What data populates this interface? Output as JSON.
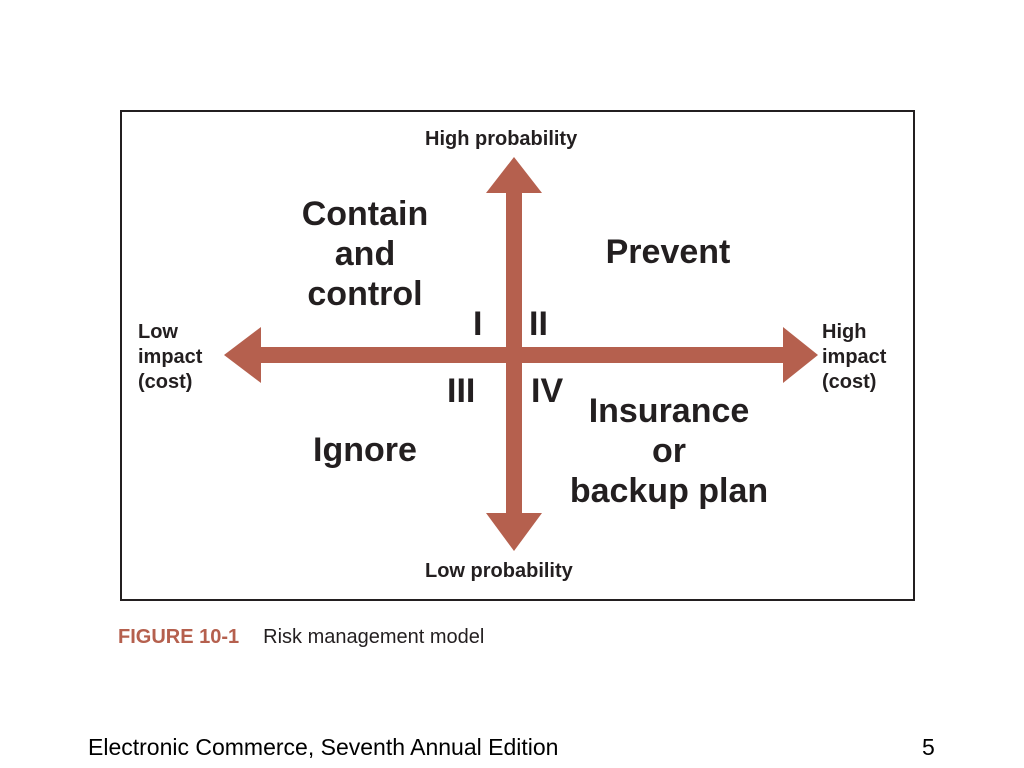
{
  "figure": {
    "axis_top": "High probability",
    "axis_bottom": "Low probability",
    "axis_left": [
      "Low",
      "impact",
      "(cost)"
    ],
    "axis_right": [
      "High",
      "impact",
      "(cost)"
    ],
    "quadrants": [
      {
        "numeral": "I",
        "lines": [
          "Contain",
          "and",
          "control"
        ]
      },
      {
        "numeral": "II",
        "lines": [
          "Prevent"
        ]
      },
      {
        "numeral": "III",
        "lines": [
          "Ignore"
        ]
      },
      {
        "numeral": "IV",
        "lines": [
          "Insurance",
          "or",
          "backup plan"
        ]
      }
    ],
    "arrow_color": "#b5604e"
  },
  "caption": {
    "figure_label": "FIGURE 10-1",
    "text": "Risk management model"
  },
  "footer": {
    "title": "Electronic Commerce, Seventh Annual Edition",
    "page_number": "5"
  }
}
